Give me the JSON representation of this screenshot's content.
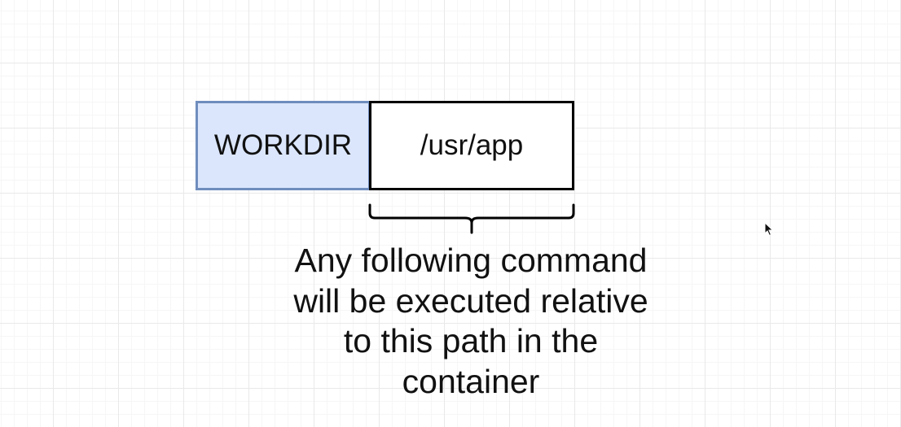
{
  "diagram": {
    "workdir_box": {
      "label": "WORKDIR",
      "fill": "#dbe6fc",
      "stroke": "#6f8dbd"
    },
    "path_box": {
      "label": "/usr/app",
      "fill": "#ffffff",
      "stroke": "#000000"
    },
    "brace": {
      "icon": "curly-brace-icon",
      "color": "#000000"
    },
    "caption": {
      "lines": [
        "Any following command",
        "will be executed relative",
        "to this path in the",
        "container"
      ]
    }
  },
  "cursor": {
    "icon": "mouse-pointer-icon"
  }
}
